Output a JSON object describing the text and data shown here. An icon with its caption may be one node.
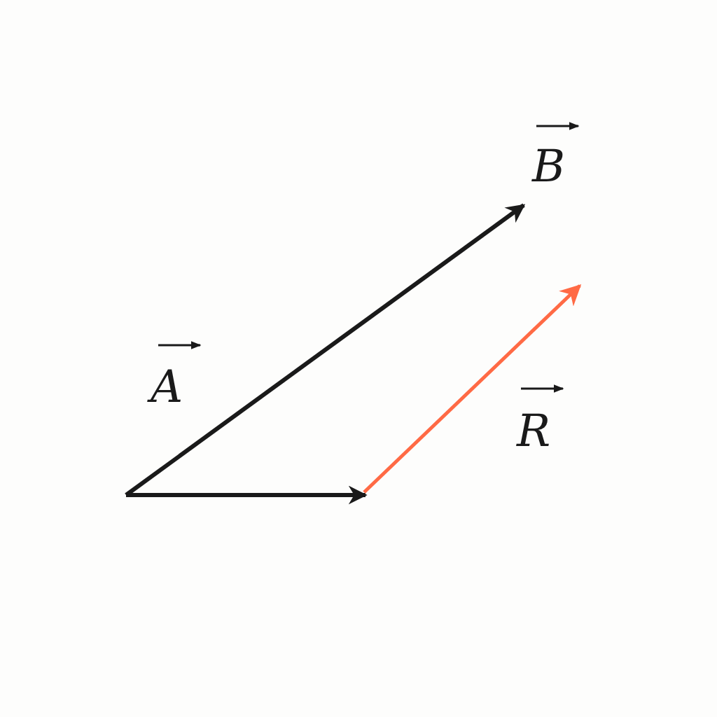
{
  "diagram": {
    "labels": [
      "B",
      "A",
      "R"
    ]
  }
}
